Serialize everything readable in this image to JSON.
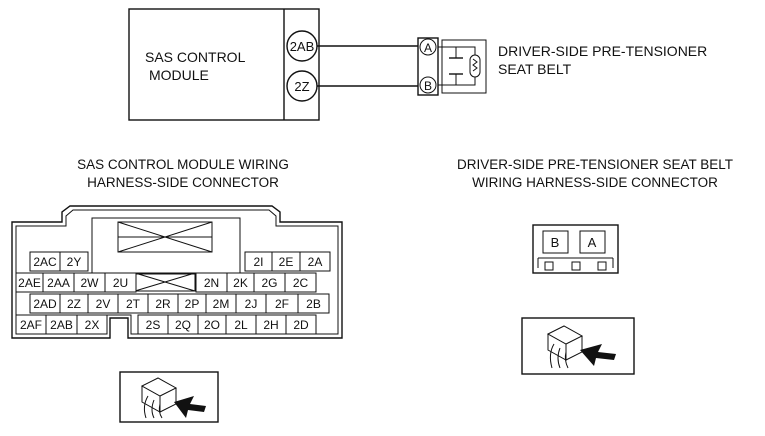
{
  "schematic": {
    "module_line1": "SAS CONTROL",
    "module_line2": "MODULE",
    "terminal_top": "2AB",
    "terminal_bottom": "2Z",
    "belt_pin_top": "A",
    "belt_pin_bottom": "B",
    "belt_line1": "DRIVER-SIDE PRE-TENSIONER",
    "belt_line2": "SEAT BELT"
  },
  "left_connector": {
    "title_line1": "SAS CONTROL MODULE WIRING",
    "title_line2": "HARNESS-SIDE CONNECTOR",
    "pins": [
      "2AC",
      "2Y",
      "2I",
      "2E",
      "2A",
      "2AE",
      "2AA",
      "2W",
      "2U",
      "2N",
      "2K",
      "2G",
      "2C",
      "2AD",
      "2Z",
      "2V",
      "2T",
      "2R",
      "2P",
      "2M",
      "2J",
      "2F",
      "2B",
      "2AF",
      "2AB",
      "2X",
      "2S",
      "2Q",
      "2O",
      "2L",
      "2H",
      "2D"
    ]
  },
  "right_connector": {
    "title_line1": "DRIVER-SIDE PRE-TENSIONER SEAT BELT",
    "title_line2": "WIRING HARNESS-SIDE CONNECTOR",
    "pins": [
      "B",
      "A"
    ]
  },
  "icons": [
    "connector-probe-icon",
    "connector-probe-icon"
  ]
}
